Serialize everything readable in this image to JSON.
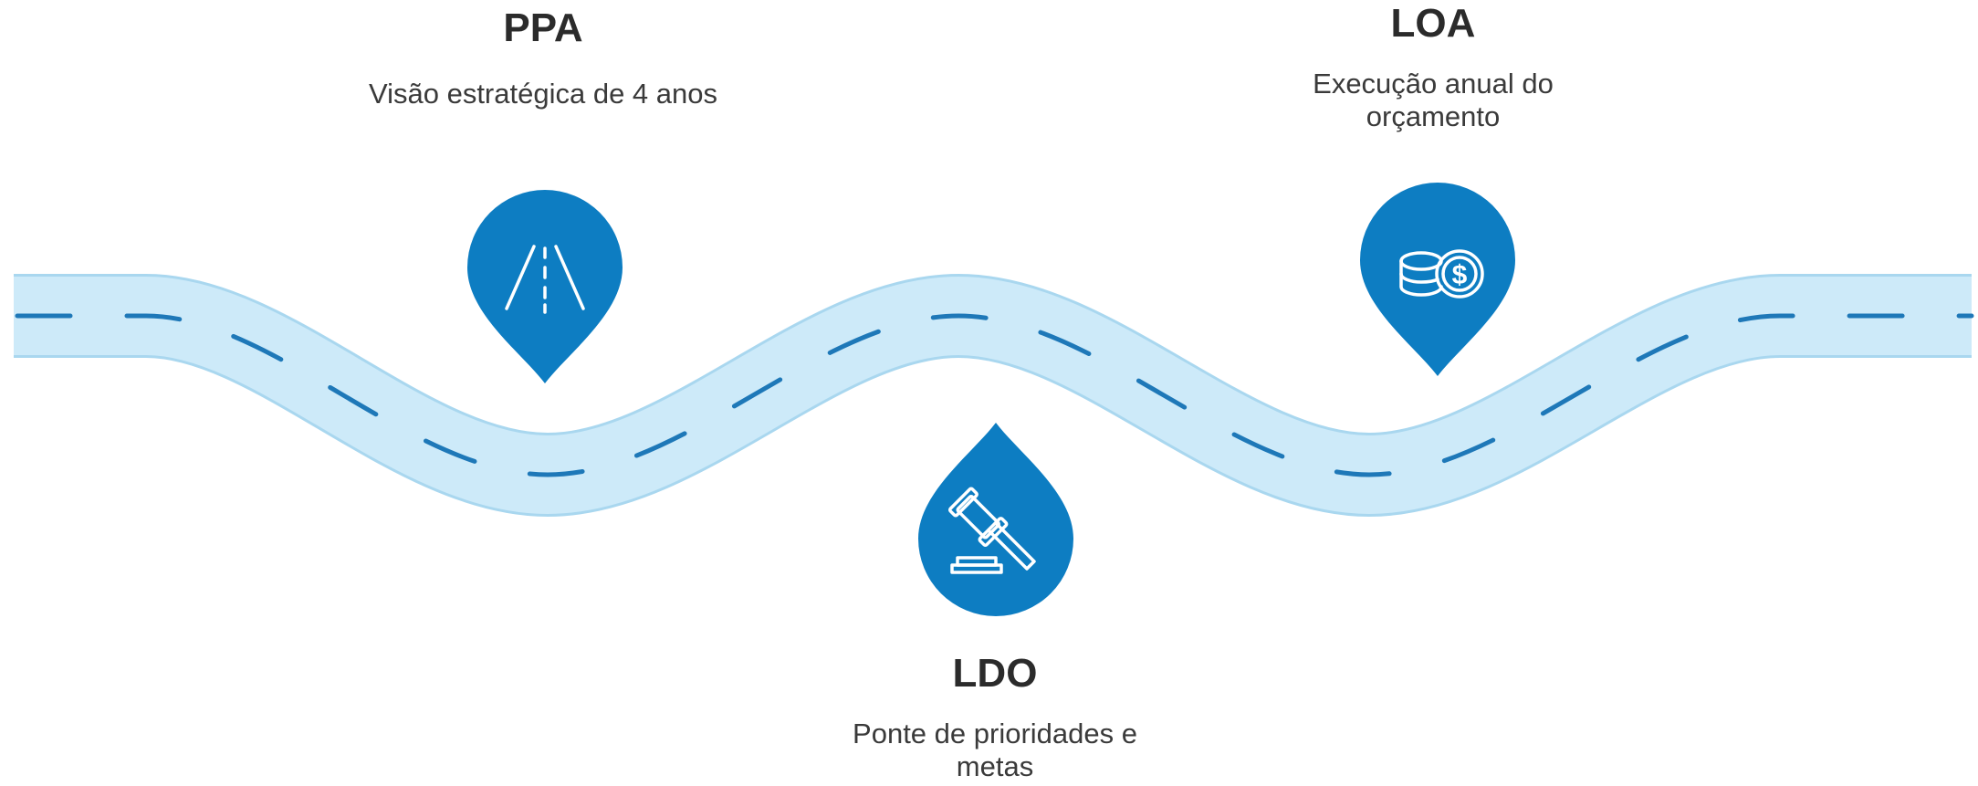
{
  "colors": {
    "road_fill": "#cdeaf9",
    "road_edge": "#a9d7ef",
    "road_dash": "#1e78b8",
    "pin": "#0d7dc2",
    "icon": "#ffffff",
    "text": "#2b2b2b"
  },
  "milestones": [
    {
      "id": "ppa",
      "title": "PPA",
      "description": "Visão estratégica de 4 anos",
      "icon": "road-icon"
    },
    {
      "id": "ldo",
      "title": "LDO",
      "description": "Ponte de prioridades e metas",
      "icon": "gavel-icon"
    },
    {
      "id": "loa",
      "title": "LOA",
      "description": "Execução anual do orçamento",
      "icon": "coins-dollar-icon"
    }
  ]
}
